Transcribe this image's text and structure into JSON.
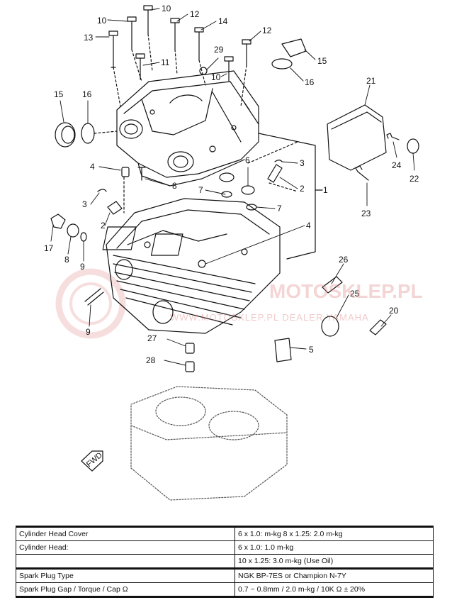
{
  "callouts": {
    "c10a": "10",
    "c10b": "10",
    "c10c": "10",
    "c12a": "12",
    "c12b": "12",
    "c14": "14",
    "c13": "13",
    "c11": "11",
    "c29": "29",
    "c15a": "15",
    "c15b": "15",
    "c16a": "16",
    "c16b": "16",
    "c21": "21",
    "c24": "24",
    "c22": "22",
    "c23": "23",
    "c4a": "4",
    "c4b": "4",
    "c8a": "8",
    "c8b": "8",
    "c6": "6",
    "c3a": "3",
    "c3b": "3",
    "c2a": "2",
    "c2b": "2",
    "c7a": "7",
    "c7b": "7",
    "c1": "1",
    "c17": "17",
    "c9a": "9",
    "c9b": "9",
    "c26": "26",
    "c25": "25",
    "c20": "20",
    "c27": "27",
    "c28": "28",
    "c5": "5"
  },
  "fwd_label": "FWD",
  "watermark": {
    "line1": "MOTOSKLEP.PL",
    "line2": "WWW.MOTOSKLEP.PL DEALER YAMAHA"
  },
  "spec_table": [
    {
      "name": "Cylinder Head Cover",
      "value": "6 x 1.0: m-kg   8 x 1.25: 2.0 m-kg"
    },
    {
      "name": "Cylinder Head:",
      "value": "6 x 1.0: 1.0 m-kg"
    },
    {
      "name": "",
      "value": "10 x 1.25: 3.0 m-kg   (Use Oil)"
    },
    {
      "name": "Spark Plug Type",
      "value": "NGK BP-7ES or Champion N-7Y"
    },
    {
      "name": "Spark Plug Gap / Torque / Cap Ω",
      "value": "0.7 ~ 0.8mm / 2.0 m-kg / 10K Ω ± 20%"
    }
  ]
}
